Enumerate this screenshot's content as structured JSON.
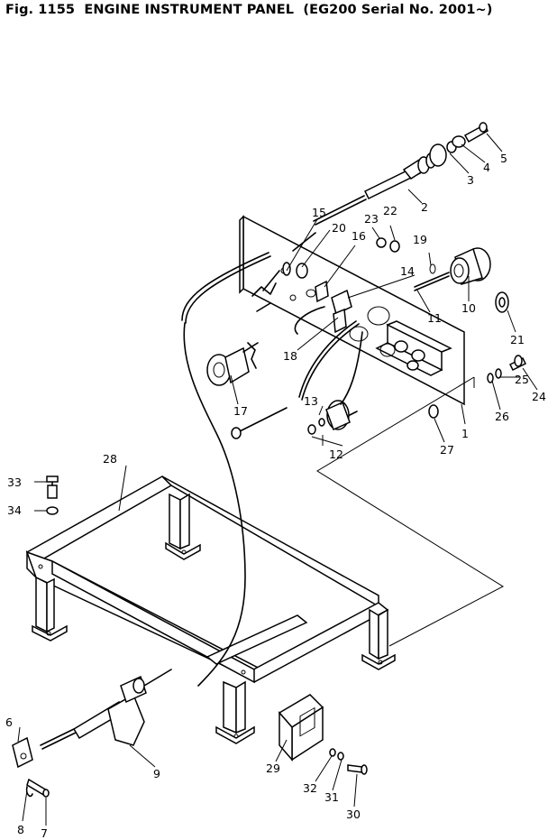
{
  "title": "Fig. 1155  ENGINE INSTRUMENT PANEL  (EG200 Serial No. 2001~)",
  "callouts": {
    "c1": "1",
    "c2": "2",
    "c3": "3",
    "c4": "4",
    "c5": "5",
    "c6": "6",
    "c7": "7",
    "c8": "8",
    "c9": "9",
    "c10": "10",
    "c11": "11",
    "c12": "12",
    "c13": "13",
    "c14": "14",
    "c15": "15",
    "c16": "16",
    "c17": "17",
    "c18": "18",
    "c19": "19",
    "c20": "20",
    "c21": "21",
    "c22": "22",
    "c23": "23",
    "c24": "24",
    "c25": "25",
    "c26": "26",
    "c27": "27",
    "c28": "28",
    "c29": "29",
    "c30": "30",
    "c31": "31",
    "c32": "32",
    "c33": "33",
    "c34": "34"
  }
}
